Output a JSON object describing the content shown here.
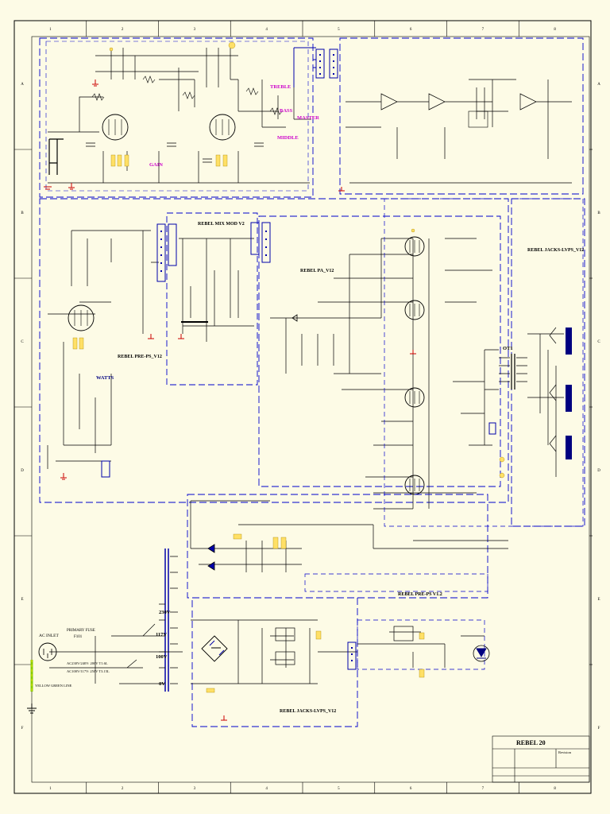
{
  "page": {
    "background": "#fdfbe6",
    "ink_color": "#000000",
    "block_outline_color": "#0000cc",
    "wire_color": "#0000aa",
    "control_label_color": "#cc00cc"
  },
  "grid": {
    "columns": [
      "1",
      "2",
      "3",
      "4",
      "5",
      "6",
      "7",
      "8"
    ],
    "rows": [
      "A",
      "B",
      "C",
      "D",
      "E",
      "F"
    ]
  },
  "blocks": {
    "mix_mod": "REBEL MIX MOD V2",
    "pre_ps": "REBEL PRE-PS_V12",
    "pa": "REBEL PA_V12",
    "jacks_lvps_top": "REBEL JACKS-LVPS_V12",
    "pre_ps_low": "REBEL PRE-PS V1.2",
    "jacks_lvps_bottom": "REBEL JACKS-LVPS_V12"
  },
  "controls": {
    "treble": "TREBLE",
    "bass": "BASS",
    "master": "MASTER",
    "middle": "MIDDLE",
    "gain": "GAIN",
    "watts": "WATTS"
  },
  "power": {
    "v230": "230V",
    "v117": "117V",
    "v100": "100V",
    "v0": "0V",
    "ac_inlet": "AC INLET",
    "primary_fuse": "PRIMARY FUSE",
    "fuse_id": "F101",
    "fuse_rating_1": "AC230V/240V: 200V T1.6L",
    "fuse_rating_2": "AC100V/117V: 250V T3.15L",
    "earth_wire": "YELLOW GREEN LINE",
    "transformer": "OT1"
  },
  "title_block": {
    "title": "REBEL 20",
    "revision": "Revision"
  }
}
